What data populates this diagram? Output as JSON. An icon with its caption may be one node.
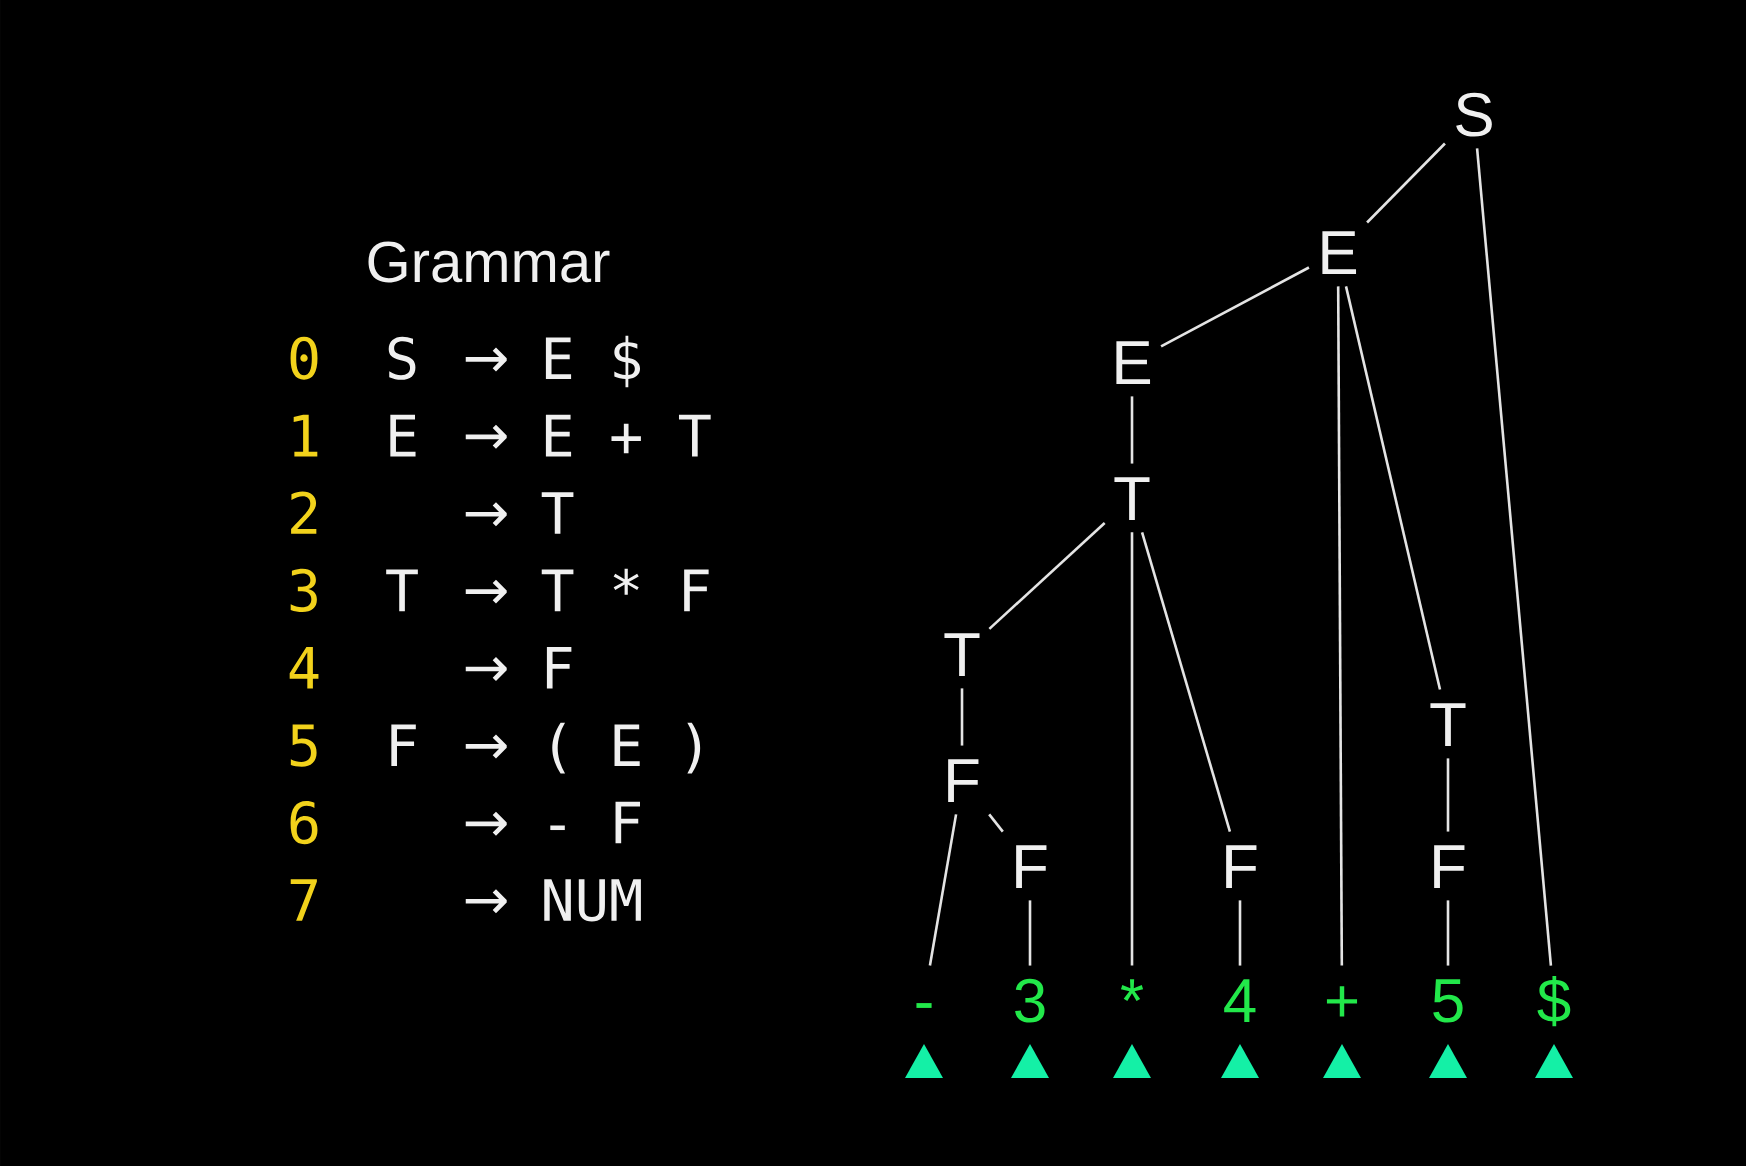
{
  "diagram": {
    "nodes": [
      {
        "text": [
          "S"
        ]
      },
      {
        "text": [
          "E"
        ]
      },
      {
        "text": [
          "E"
        ]
      },
      {
        "text": [
          "T"
        ]
      },
      {
        "text": [
          "T"
        ]
      },
      {
        "text": [
          "T"
        ]
      },
      {
        "text": [
          "F"
        ]
      },
      {
        "text": [
          "F"
        ]
      },
      {
        "text": [
          "F"
        ]
      },
      {
        "text": [
          "F"
        ]
      },
      {
        "text": [
          "-"
        ]
      },
      {
        "text": [
          "3"
        ]
      },
      {
        "text": [
          "*"
        ]
      },
      {
        "text": [
          "4"
        ]
      },
      {
        "text": [
          "+"
        ]
      },
      {
        "text": [
          "5"
        ]
      },
      {
        "text": [
          "$"
        ]
      }
    ],
    "edges": [
      {
        "from": 0,
        "to": 1,
        "arrow": "none"
      },
      {
        "from": 0,
        "to": 16,
        "arrow": "none"
      },
      {
        "from": 1,
        "to": 2,
        "arrow": "none"
      },
      {
        "from": 1,
        "to": 14,
        "arrow": "none"
      },
      {
        "from": 1,
        "to": 5,
        "arrow": "none"
      },
      {
        "from": 2,
        "to": 3,
        "arrow": "none"
      },
      {
        "from": 3,
        "to": 4,
        "arrow": "none"
      },
      {
        "from": 3,
        "to": 12,
        "arrow": "none"
      },
      {
        "from": 3,
        "to": 8,
        "arrow": "none"
      },
      {
        "from": 4,
        "to": 6,
        "arrow": "none"
      },
      {
        "from": 6,
        "to": 10,
        "arrow": "none"
      },
      {
        "from": 6,
        "to": 7,
        "arrow": "none"
      },
      {
        "from": 7,
        "to": 11,
        "arrow": "none"
      },
      {
        "from": 8,
        "to": 13,
        "arrow": "none"
      },
      {
        "from": 5,
        "to": 9,
        "arrow": "none"
      },
      {
        "from": 9,
        "to": 15,
        "arrow": "none"
      }
    ],
    "labels": [
      "Grammar",
      "0",
      "S",
      "→",
      "E $",
      "1",
      "E",
      "→",
      "E + T",
      "2",
      "→",
      "T",
      "3",
      "T",
      "→",
      "T * F",
      "4",
      "→",
      "F",
      "5",
      "F",
      "→",
      "( E )",
      "6",
      "→",
      "- F",
      "7",
      "→",
      "NUM"
    ]
  }
}
